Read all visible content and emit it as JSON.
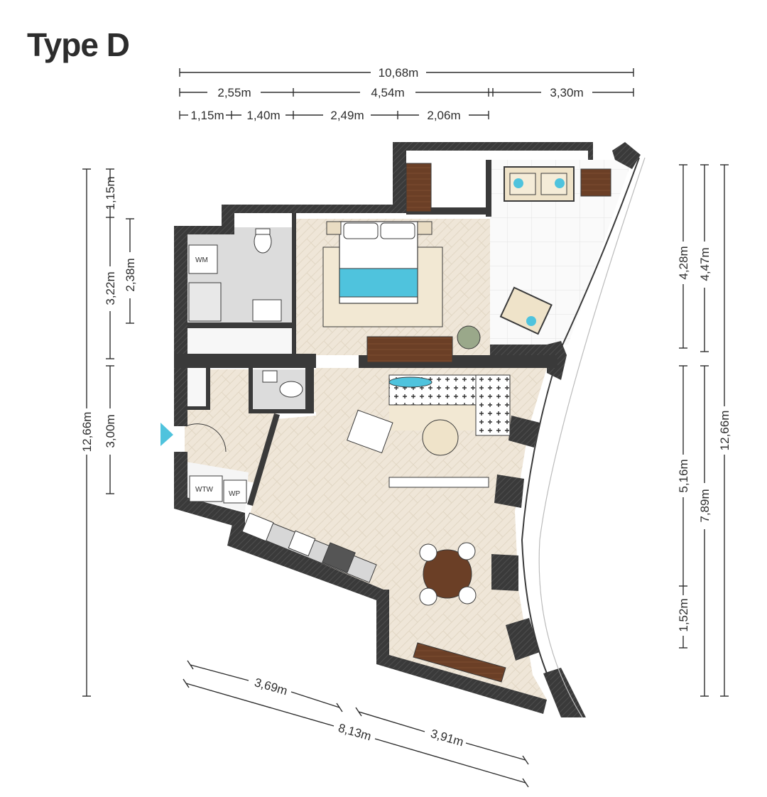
{
  "title": "Type D",
  "dimensions": {
    "top_total": "10,68m",
    "top_row2": [
      "2,55m",
      "4,54m",
      "3,30m"
    ],
    "top_row3": [
      "1,15m",
      "1,40m",
      "2,49m",
      "2,06m"
    ],
    "left_total": "12,66m",
    "left_inner": [
      "1,15m",
      "3,22m",
      "3,00m"
    ],
    "left_sub": "2,38m",
    "right_upper": [
      "4,28m",
      "4,47m"
    ],
    "right_total": "12,66m",
    "right_mid": [
      "5,16m",
      "7,89m"
    ],
    "right_low": "1,52m",
    "bottom": [
      "3,69m",
      "3,91m",
      "8,13m"
    ]
  },
  "appliance_labels": {
    "wm": "WM",
    "wtw": "WTW",
    "wp": "WP"
  },
  "colors": {
    "wall": "#3a3a3a",
    "floor": "#efe6d8",
    "accent": "#4fc3dd",
    "wood": "#6b3f26"
  }
}
